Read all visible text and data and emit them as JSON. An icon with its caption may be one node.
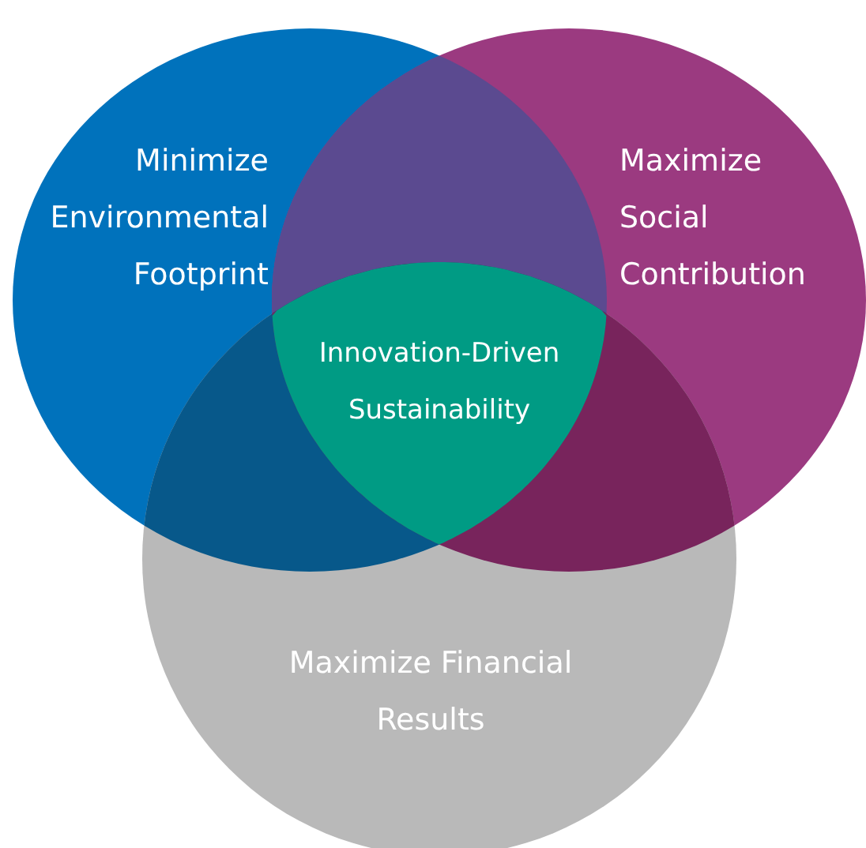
{
  "diagram": {
    "nodes": [
      {
        "text": [
          "Minimize Environmental Footprint"
        ]
      },
      {
        "text": [
          "Maximize Social Contribution"
        ]
      },
      {
        "text": [
          "Innovation-Driven Sustainability"
        ]
      },
      {
        "text": [
          "Maximize Financial Results"
        ]
      }
    ]
  }
}
